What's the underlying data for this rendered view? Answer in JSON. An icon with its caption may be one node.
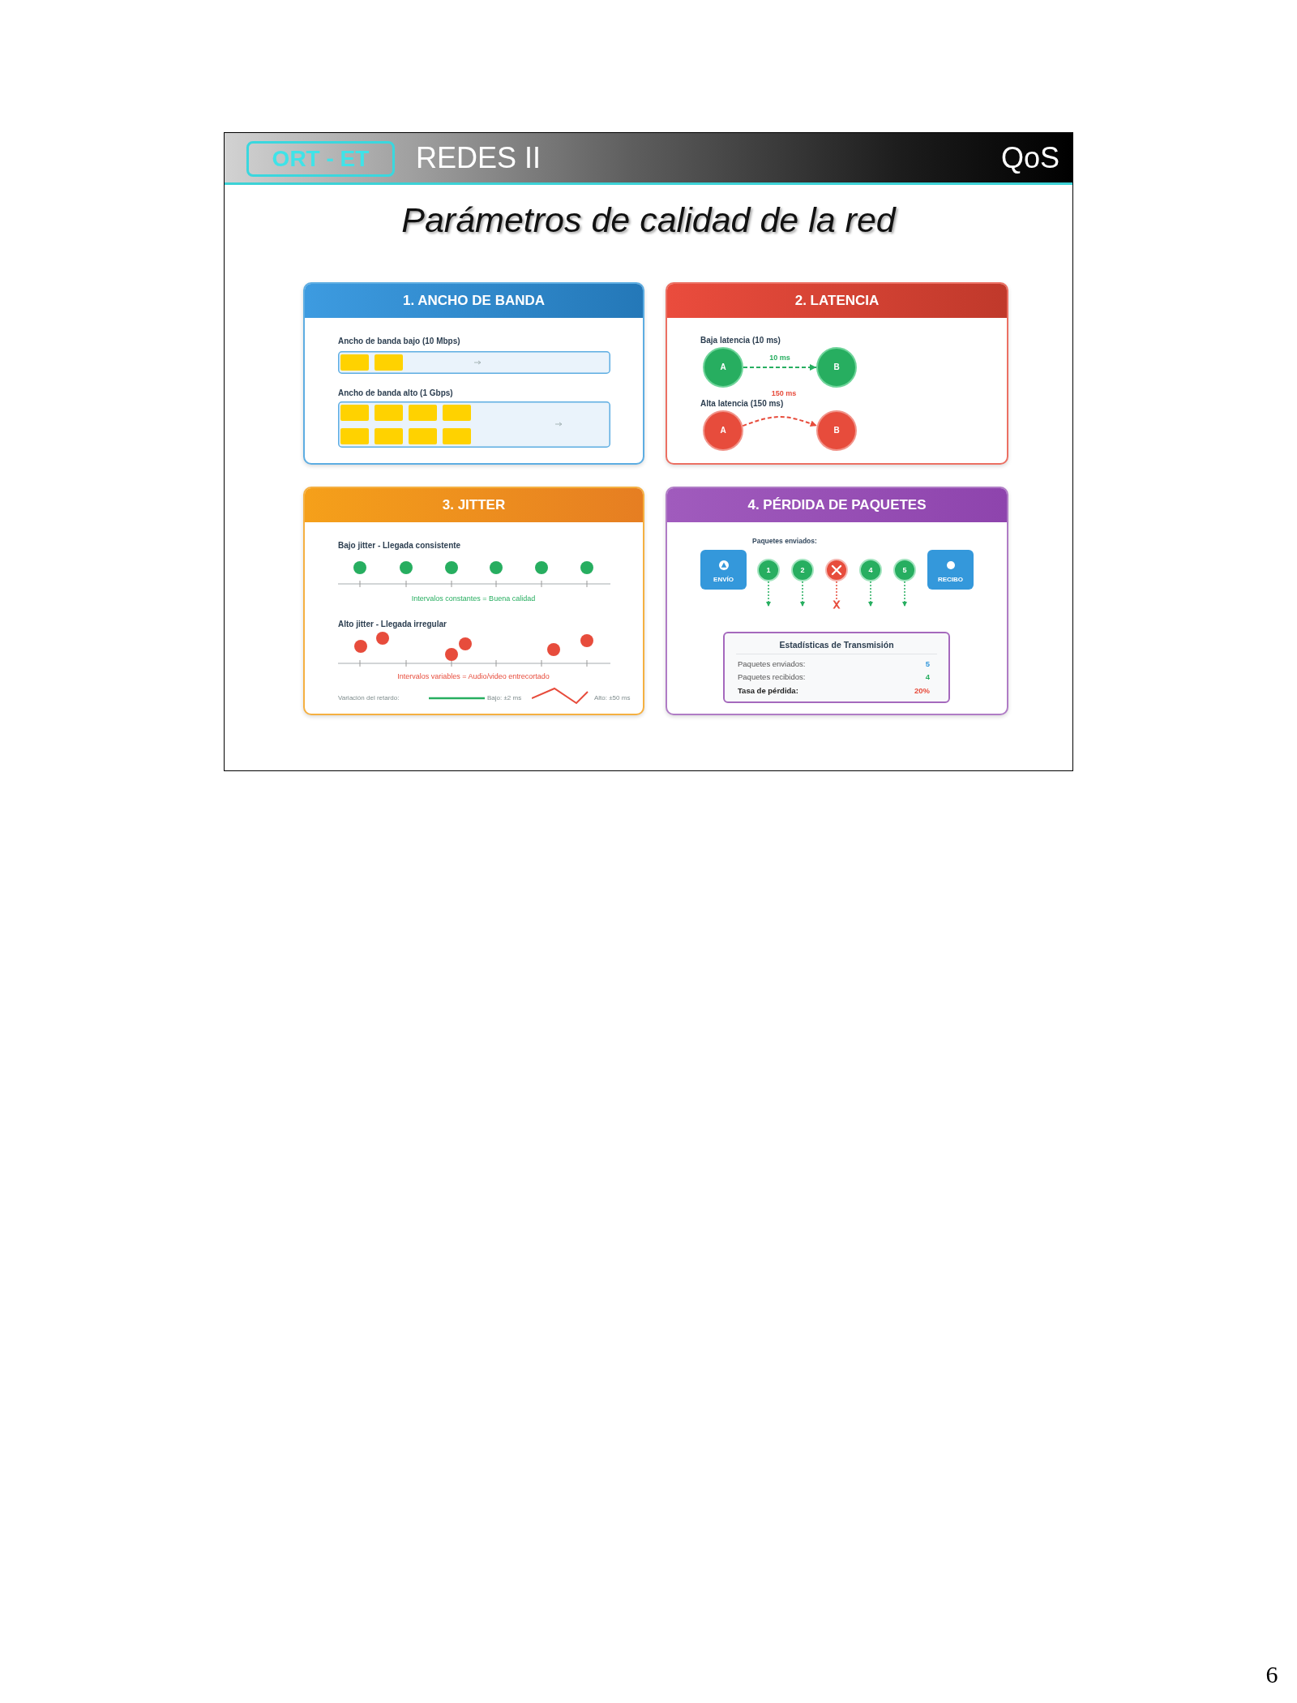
{
  "diagram": {
    "title": "Parámetros de calidad de la red",
    "nodes": [
      {
        "text": [
          "REDES II",
          "QoS"
        ]
      },
      {
        "text": [
          "ORT - ET"
        ],
        "in": 0
      },
      {
        "text": [
          "1. ANCHO DE BANDA",
          "Ancho de banda bajo (10 Mbps)",
          "Ancho de banda alto (1 Gbps)"
        ]
      },
      {
        "text": [
          "2. LATENCIA",
          "Baja latencia (10 ms)",
          "Alta latencia (150 ms)"
        ]
      },
      {
        "text": [
          "A"
        ],
        "in": 3
      },
      {
        "text": [
          "B"
        ],
        "in": 3
      },
      {
        "text": [
          "A"
        ],
        "in": 3
      },
      {
        "text": [
          "B"
        ],
        "in": 3
      },
      {
        "text": [
          "3. JITTER",
          "Bajo jitter - Llegada consistente",
          "Intervalos constantes = Buena calidad",
          "Alto jitter - Llegada irregular",
          "Intervalos variables = Audio/video entrecortado",
          "Variación del retardo:"
        ]
      },
      {
        "text": [
          "4. PÉRDIDA DE PAQUETES",
          "Paquetes enviados:"
        ]
      },
      {
        "text": [
          "ENVÍO"
        ],
        "in": 9
      },
      {
        "text": [
          "1"
        ],
        "in": 9
      },
      {
        "text": [
          "2"
        ],
        "in": 9
      },
      {
        "text": [],
        "shape": "circle",
        "in": 9
      },
      {
        "text": [
          "4"
        ],
        "in": 9
      },
      {
        "text": [
          "5"
        ],
        "in": 9
      },
      {
        "text": [
          "RECIBO"
        ],
        "in": 9
      },
      {
        "text": [
          "Estadísticas de Transmisión",
          "Paquetes enviados:",
          "5",
          "Paquetes recibidos:",
          "4",
          "Tasa de pérdida:",
          "20%"
        ],
        "in": 9
      }
    ],
    "edges": [
      {
        "from": 4,
        "to": 5,
        "arrow": "to",
        "label": "10 ms",
        "style": "dashed"
      },
      {
        "from": 6,
        "to": 7,
        "arrow": "to",
        "label": "150 ms",
        "style": "dashed",
        "color": "#e74c3c"
      },
      {
        "from": 11,
        "to": null,
        "arrow": "to",
        "style": "dashed"
      },
      {
        "from": 12,
        "to": null,
        "arrow": "to",
        "style": "dashed"
      },
      {
        "from": 13,
        "to": null,
        "arrow": "other",
        "style": "dashed",
        "color": "#e74c3c"
      },
      {
        "from": 14,
        "to": null,
        "arrow": "to",
        "style": "dashed"
      },
      {
        "from": 15,
        "to": null,
        "arrow": "to",
        "style": "dashed"
      }
    ],
    "labels": [
      "6"
    ],
    "legend": [
      {
        "text": "Bajo: ±2 ms"
      },
      {
        "text": "Alto: ±50 ms"
      }
    ]
  }
}
